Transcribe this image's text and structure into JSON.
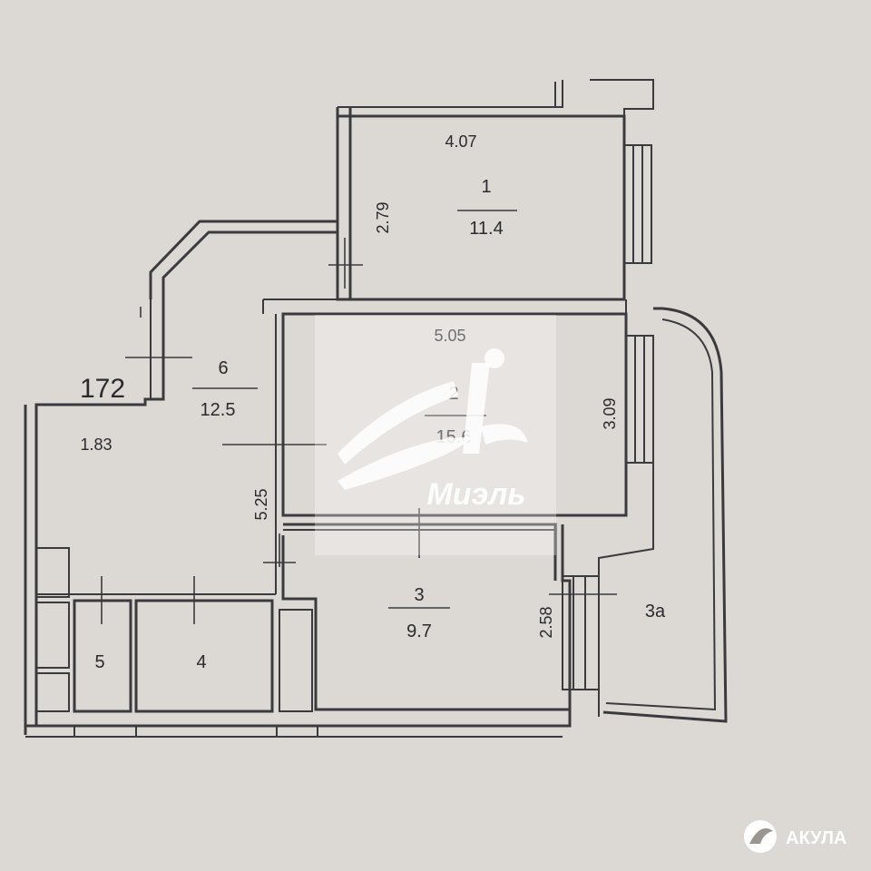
{
  "apartment": {
    "number": "172",
    "rooms": [
      {
        "id": "1",
        "area": "11.4"
      },
      {
        "id": "2",
        "area": "15.6"
      },
      {
        "id": "3",
        "area": "9.7"
      },
      {
        "id": "3а"
      },
      {
        "id": "4"
      },
      {
        "id": "5"
      },
      {
        "id": "6",
        "area": "12.5"
      }
    ],
    "dimensions": [
      "4.07",
      "2.79",
      "5.05",
      "3.09",
      "1.83",
      "5.25",
      "2.58"
    ]
  },
  "watermark": {
    "text": "Миэль",
    "icon": "miel-logo-icon"
  },
  "brand": {
    "text": "АКУЛА",
    "icon": "shark-logo-icon"
  },
  "colors": {
    "background": "#dcd8d3",
    "line": "#3b3b3f",
    "watermark": "#ffffff"
  }
}
